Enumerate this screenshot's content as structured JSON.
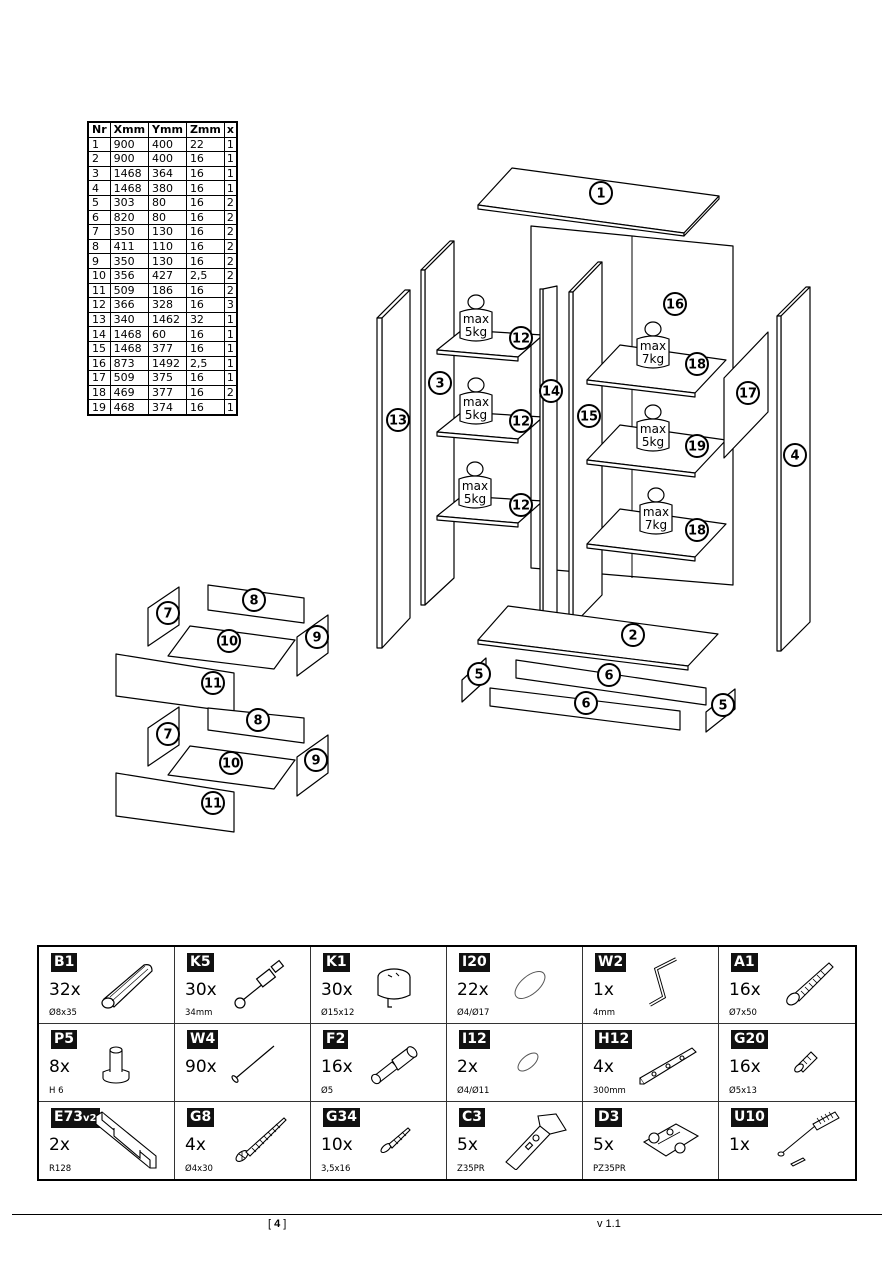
{
  "parts_table": {
    "headers": [
      "Nr",
      "Xmm",
      "Ymm",
      "Zmm",
      "x"
    ],
    "rows": [
      [
        "1",
        "900",
        "400",
        "22",
        "1"
      ],
      [
        "2",
        "900",
        "400",
        "16",
        "1"
      ],
      [
        "3",
        "1468",
        "364",
        "16",
        "1"
      ],
      [
        "4",
        "1468",
        "380",
        "16",
        "1"
      ],
      [
        "5",
        "303",
        "80",
        "16",
        "2"
      ],
      [
        "6",
        "820",
        "80",
        "16",
        "2"
      ],
      [
        "7",
        "350",
        "130",
        "16",
        "2"
      ],
      [
        "8",
        "411",
        "110",
        "16",
        "2"
      ],
      [
        "9",
        "350",
        "130",
        "16",
        "2"
      ],
      [
        "10",
        "356",
        "427",
        "2,5",
        "2"
      ],
      [
        "11",
        "509",
        "186",
        "16",
        "2"
      ],
      [
        "12",
        "366",
        "328",
        "16",
        "3"
      ],
      [
        "13",
        "340",
        "1462",
        "32",
        "1"
      ],
      [
        "14",
        "1468",
        "60",
        "16",
        "1"
      ],
      [
        "15",
        "1468",
        "377",
        "16",
        "1"
      ],
      [
        "16",
        "873",
        "1492",
        "2,5",
        "1"
      ],
      [
        "17",
        "509",
        "375",
        "16",
        "1"
      ],
      [
        "18",
        "469",
        "377",
        "16",
        "2"
      ],
      [
        "19",
        "468",
        "374",
        "16",
        "1"
      ]
    ]
  },
  "diagram": {
    "callouts": {
      "c1": "1",
      "c2": "2",
      "c3": "3",
      "c4": "4",
      "c5a": "5",
      "c5b": "5",
      "c6a": "6",
      "c6b": "6",
      "c7a": "7",
      "c7b": "7",
      "c8a": "8",
      "c8b": "8",
      "c9a": "9",
      "c9b": "9",
      "c10a": "10",
      "c10b": "10",
      "c11a": "11",
      "c11b": "11",
      "c12a": "12",
      "c12b": "12",
      "c12c": "12",
      "c13": "13",
      "c14": "14",
      "c15": "15",
      "c16": "16",
      "c17": "17",
      "c18a": "18",
      "c18b": "18",
      "c19": "19"
    },
    "weights": {
      "w1": {
        "line1": "max",
        "line2": "5kg"
      },
      "w2": {
        "line1": "max",
        "line2": "5kg"
      },
      "w3": {
        "line1": "max",
        "line2": "5kg"
      },
      "w4": {
        "line1": "max",
        "line2": "7kg"
      },
      "w5": {
        "line1": "max",
        "line2": "5kg"
      },
      "w6": {
        "line1": "max",
        "line2": "7kg"
      }
    }
  },
  "hardware": [
    {
      "code": "B1",
      "qty": "32x",
      "spec": "Ø8x35",
      "icon": "dowel-icon"
    },
    {
      "code": "K5",
      "qty": "30x",
      "spec": "34mm",
      "icon": "cam-bolt-icon"
    },
    {
      "code": "K1",
      "qty": "30x",
      "spec": "Ø15x12",
      "icon": "cam-lock-icon"
    },
    {
      "code": "I20",
      "qty": "22x",
      "spec": "Ø4/Ø17",
      "icon": "cover-cap-icon"
    },
    {
      "code": "W2",
      "qty": "1x",
      "spec": "4mm",
      "icon": "allen-key-icon"
    },
    {
      "code": "A1",
      "qty": "16x",
      "spec": "Ø7x50",
      "icon": "confirmat-screw-icon"
    },
    {
      "code": "P5",
      "qty": "8x",
      "spec": "H 6",
      "icon": "glide-foot-icon"
    },
    {
      "code": "W4",
      "qty": "90x",
      "spec": "",
      "icon": "nail-icon"
    },
    {
      "code": "F2",
      "qty": "16x",
      "spec": "Ø5",
      "icon": "shelf-pin-icon"
    },
    {
      "code": "I12",
      "qty": "2x",
      "spec": "Ø4/Ø11",
      "icon": "small-cover-cap-icon"
    },
    {
      "code": "H12",
      "qty": "4x",
      "spec": "300mm",
      "icon": "drawer-runner-icon"
    },
    {
      "code": "G20",
      "qty": "16x",
      "spec": "Ø5x13",
      "icon": "short-screw-icon"
    },
    {
      "code": "E73",
      "code_suffix": "v2",
      "qty": "2x",
      "spec": "R128",
      "icon": "handle-icon"
    },
    {
      "code": "G8",
      "qty": "4x",
      "spec": "Ø4x30",
      "icon": "wood-screw-icon"
    },
    {
      "code": "G34",
      "qty": "10x",
      "spec": "3,5x16",
      "icon": "small-screw-icon"
    },
    {
      "code": "C3",
      "qty": "5x",
      "spec": "Z35PR",
      "icon": "hinge-icon"
    },
    {
      "code": "D3",
      "qty": "5x",
      "spec": "PZ35PR",
      "icon": "hinge-plate-icon"
    },
    {
      "code": "U10",
      "qty": "1x",
      "spec": "",
      "icon": "wall-anchor-icon"
    }
  ],
  "footer": {
    "page": "4",
    "version": "v 1.1"
  }
}
